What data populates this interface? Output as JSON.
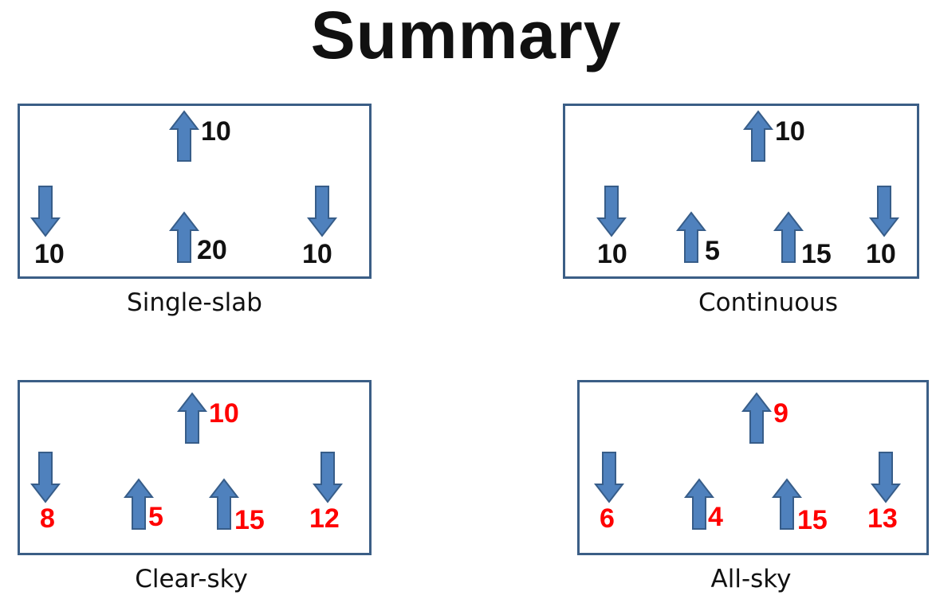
{
  "title": "Summary",
  "colors": {
    "arrow_fill": "#4f81bd",
    "arrow_stroke": "#375d89",
    "border": "#3b5e86",
    "value_black": "#111111",
    "value_red": "#ff0000"
  },
  "panels": [
    {
      "caption": "Single-slab",
      "value_color": "value_black",
      "arrows": [
        {
          "direction": "up",
          "value": "10"
        },
        {
          "direction": "down",
          "value": "10"
        },
        {
          "direction": "up",
          "value": "20"
        },
        {
          "direction": "down",
          "value": "10"
        }
      ]
    },
    {
      "caption": "Continuous",
      "value_color": "value_black",
      "arrows": [
        {
          "direction": "up",
          "value": "10"
        },
        {
          "direction": "down",
          "value": "10"
        },
        {
          "direction": "up",
          "value": "5"
        },
        {
          "direction": "up",
          "value": "15"
        },
        {
          "direction": "down",
          "value": "10"
        }
      ]
    },
    {
      "caption": "Clear-sky",
      "value_color": "value_red",
      "arrows": [
        {
          "direction": "up",
          "value": "10"
        },
        {
          "direction": "down",
          "value": "8"
        },
        {
          "direction": "up",
          "value": "5"
        },
        {
          "direction": "up",
          "value": "15"
        },
        {
          "direction": "down",
          "value": "12"
        }
      ]
    },
    {
      "caption": "All-sky",
      "value_color": "value_red",
      "arrows": [
        {
          "direction": "up",
          "value": "9"
        },
        {
          "direction": "down",
          "value": "6"
        },
        {
          "direction": "up",
          "value": "4"
        },
        {
          "direction": "up",
          "value": "15"
        },
        {
          "direction": "down",
          "value": "13"
        }
      ]
    }
  ]
}
